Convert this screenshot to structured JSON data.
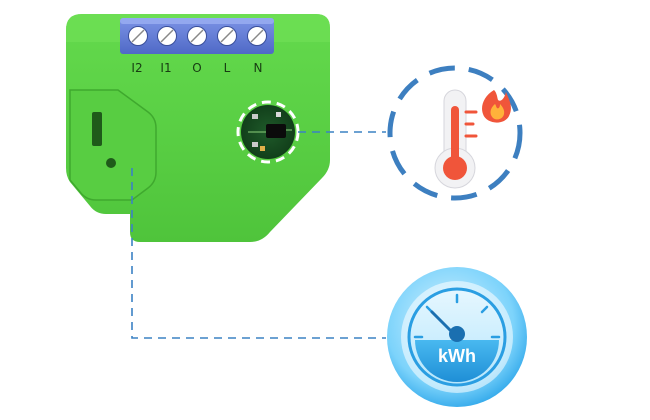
{
  "device": {
    "terminals": [
      "I2",
      "I1",
      "O",
      "L",
      "N"
    ]
  },
  "meter": {
    "unit": "kWh"
  },
  "colors": {
    "device_body": "#5fd34a",
    "terminal_block": "#6e86d8",
    "connector_line": "#3b82c4",
    "thermometer_red": "#f0553a",
    "flame_orange": "#ff9f2e",
    "meter_blue": "#2aa7ea"
  },
  "icons": [
    "temperature-sensor-icon",
    "thermometer-icon",
    "flame-icon",
    "energy-meter-icon",
    "gauge-needle-icon",
    "pcb-chip-icon"
  ]
}
